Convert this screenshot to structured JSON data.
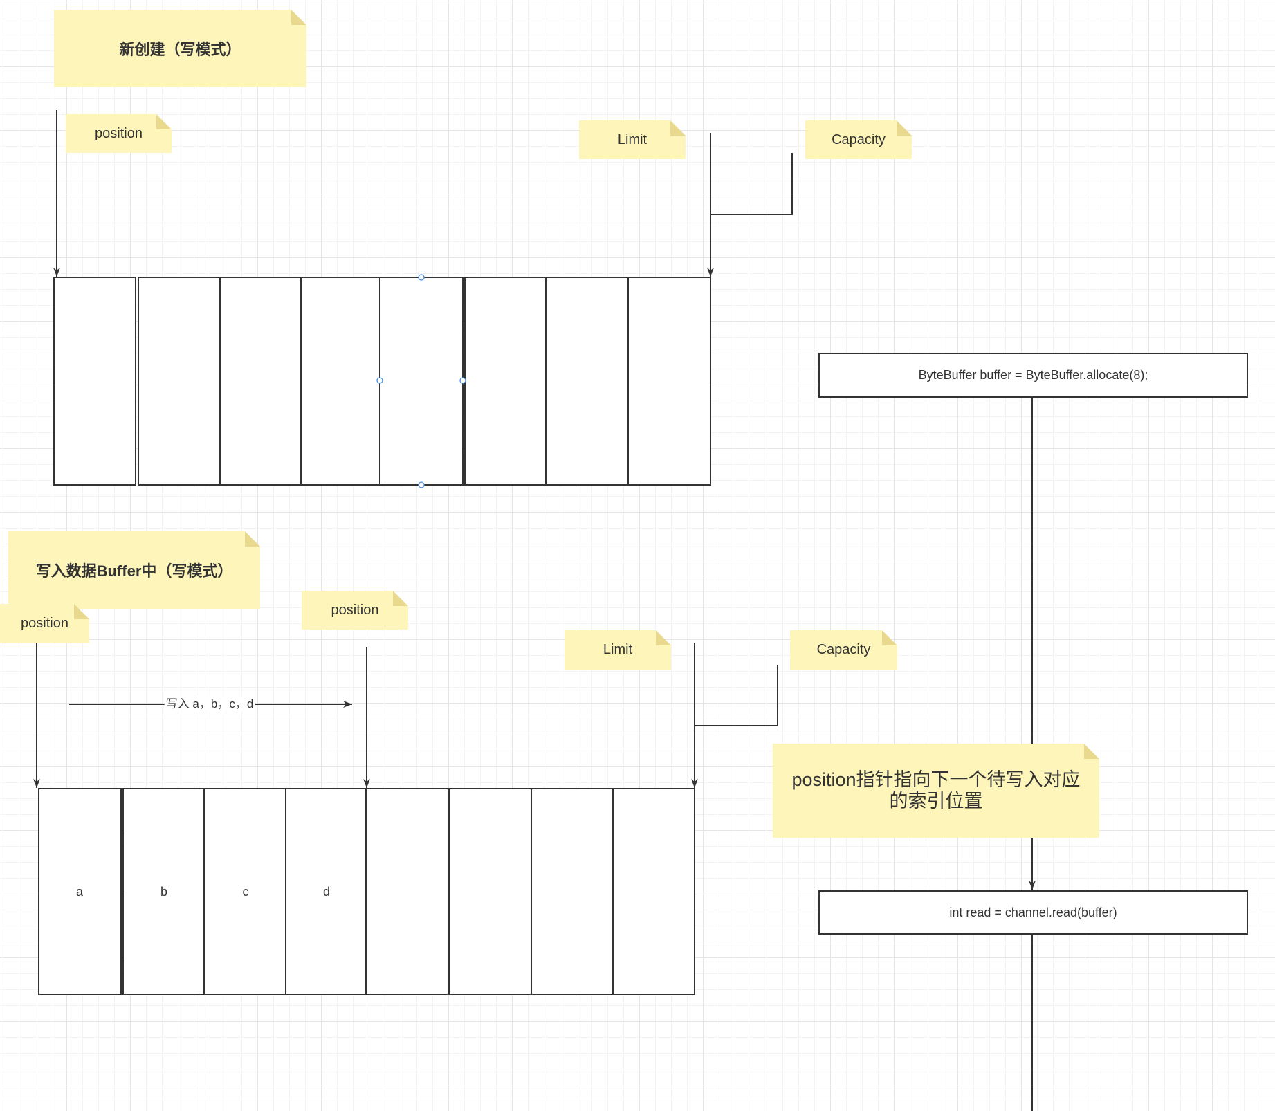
{
  "colors": {
    "note_fill": "#fdf5ba",
    "note_fold": "#e8d98f",
    "stroke": "#333333",
    "selection_handle": "#4a90e2"
  },
  "new_buffer": {
    "title": "新创建（写模式）",
    "position_label": "position",
    "limit_label": "Limit",
    "capacity_label": "Capacity"
  },
  "write_buffer": {
    "title": "写入数据Buffer中（写模式）",
    "position_start_label": "position",
    "position_next_label": "position",
    "limit_label": "Limit",
    "capacity_label": "Capacity",
    "write_arrow_label": "写入 a，b，c，d",
    "cell_values": [
      "a",
      "b",
      "c",
      "d"
    ]
  },
  "flow": {
    "allocate_step": "ByteBuffer buffer = ByteBuffer.allocate(8);",
    "position_note": "position指针指向下一个待写入对应的索引位置",
    "read_step": "int read = channel.read(buffer)"
  }
}
